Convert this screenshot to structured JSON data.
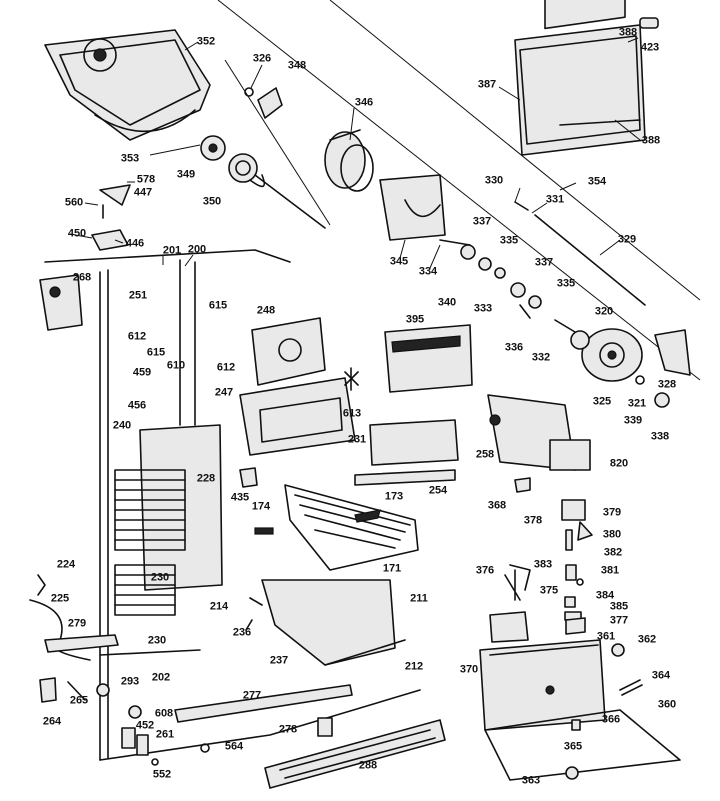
{
  "callouts": [
    {
      "id": "352",
      "label": "352"
    },
    {
      "id": "326",
      "label": "326"
    },
    {
      "id": "348",
      "label": "348"
    },
    {
      "id": "346",
      "label": "346"
    },
    {
      "id": "388a",
      "label": "388"
    },
    {
      "id": "423",
      "label": "423"
    },
    {
      "id": "387",
      "label": "387"
    },
    {
      "id": "388b",
      "label": "388"
    },
    {
      "id": "353",
      "label": "353"
    },
    {
      "id": "349",
      "label": "349"
    },
    {
      "id": "350",
      "label": "350"
    },
    {
      "id": "578",
      "label": "578"
    },
    {
      "id": "447",
      "label": "447"
    },
    {
      "id": "560",
      "label": "560"
    },
    {
      "id": "450",
      "label": "450"
    },
    {
      "id": "446",
      "label": "446"
    },
    {
      "id": "201",
      "label": "201"
    },
    {
      "id": "200",
      "label": "200"
    },
    {
      "id": "330",
      "label": "330"
    },
    {
      "id": "354",
      "label": "354"
    },
    {
      "id": "331",
      "label": "331"
    },
    {
      "id": "337a",
      "label": "337"
    },
    {
      "id": "335a",
      "label": "335"
    },
    {
      "id": "329",
      "label": "329"
    },
    {
      "id": "345",
      "label": "345"
    },
    {
      "id": "334",
      "label": "334"
    },
    {
      "id": "337b",
      "label": "337"
    },
    {
      "id": "335b",
      "label": "335"
    },
    {
      "id": "268",
      "label": "268"
    },
    {
      "id": "251",
      "label": "251"
    },
    {
      "id": "615a",
      "label": "615"
    },
    {
      "id": "248",
      "label": "248"
    },
    {
      "id": "340",
      "label": "340"
    },
    {
      "id": "333",
      "label": "333"
    },
    {
      "id": "320",
      "label": "320"
    },
    {
      "id": "612a",
      "label": "612"
    },
    {
      "id": "615b",
      "label": "615"
    },
    {
      "id": "610",
      "label": "610"
    },
    {
      "id": "612b",
      "label": "612"
    },
    {
      "id": "395",
      "label": "395"
    },
    {
      "id": "336",
      "label": "336"
    },
    {
      "id": "332",
      "label": "332"
    },
    {
      "id": "459",
      "label": "459"
    },
    {
      "id": "613",
      "label": "613"
    },
    {
      "id": "247",
      "label": "247"
    },
    {
      "id": "325",
      "label": "325"
    },
    {
      "id": "321",
      "label": "321"
    },
    {
      "id": "328",
      "label": "328"
    },
    {
      "id": "456",
      "label": "456"
    },
    {
      "id": "339",
      "label": "339"
    },
    {
      "id": "338",
      "label": "338"
    },
    {
      "id": "240",
      "label": "240"
    },
    {
      "id": "231",
      "label": "231"
    },
    {
      "id": "258",
      "label": "258"
    },
    {
      "id": "820",
      "label": "820"
    },
    {
      "id": "228",
      "label": "228"
    },
    {
      "id": "435",
      "label": "435"
    },
    {
      "id": "254",
      "label": "254"
    },
    {
      "id": "173",
      "label": "173"
    },
    {
      "id": "174",
      "label": "174"
    },
    {
      "id": "368",
      "label": "368"
    },
    {
      "id": "378",
      "label": "378"
    },
    {
      "id": "379",
      "label": "379"
    },
    {
      "id": "380",
      "label": "380"
    },
    {
      "id": "382",
      "label": "382"
    },
    {
      "id": "230a",
      "label": "230"
    },
    {
      "id": "171",
      "label": "171"
    },
    {
      "id": "224",
      "label": "224"
    },
    {
      "id": "376",
      "label": "376"
    },
    {
      "id": "383",
      "label": "383"
    },
    {
      "id": "381",
      "label": "381"
    },
    {
      "id": "375",
      "label": "375"
    },
    {
      "id": "384",
      "label": "384"
    },
    {
      "id": "225",
      "label": "225"
    },
    {
      "id": "211",
      "label": "211"
    },
    {
      "id": "385",
      "label": "385"
    },
    {
      "id": "214",
      "label": "214"
    },
    {
      "id": "236",
      "label": "236"
    },
    {
      "id": "377",
      "label": "377"
    },
    {
      "id": "279",
      "label": "279"
    },
    {
      "id": "230b",
      "label": "230"
    },
    {
      "id": "361",
      "label": "361"
    },
    {
      "id": "362",
      "label": "362"
    },
    {
      "id": "237",
      "label": "237"
    },
    {
      "id": "212",
      "label": "212"
    },
    {
      "id": "370",
      "label": "370"
    },
    {
      "id": "202",
      "label": "202"
    },
    {
      "id": "293",
      "label": "293"
    },
    {
      "id": "277",
      "label": "277"
    },
    {
      "id": "364",
      "label": "364"
    },
    {
      "id": "264",
      "label": "264"
    },
    {
      "id": "265",
      "label": "265"
    },
    {
      "id": "608",
      "label": "608"
    },
    {
      "id": "360",
      "label": "360"
    },
    {
      "id": "366",
      "label": "366"
    },
    {
      "id": "452",
      "label": "452"
    },
    {
      "id": "278",
      "label": "278"
    },
    {
      "id": "261",
      "label": "261"
    },
    {
      "id": "564",
      "label": "564"
    },
    {
      "id": "365",
      "label": "365"
    },
    {
      "id": "288",
      "label": "288"
    },
    {
      "id": "552",
      "label": "552"
    },
    {
      "id": "363",
      "label": "363"
    }
  ]
}
